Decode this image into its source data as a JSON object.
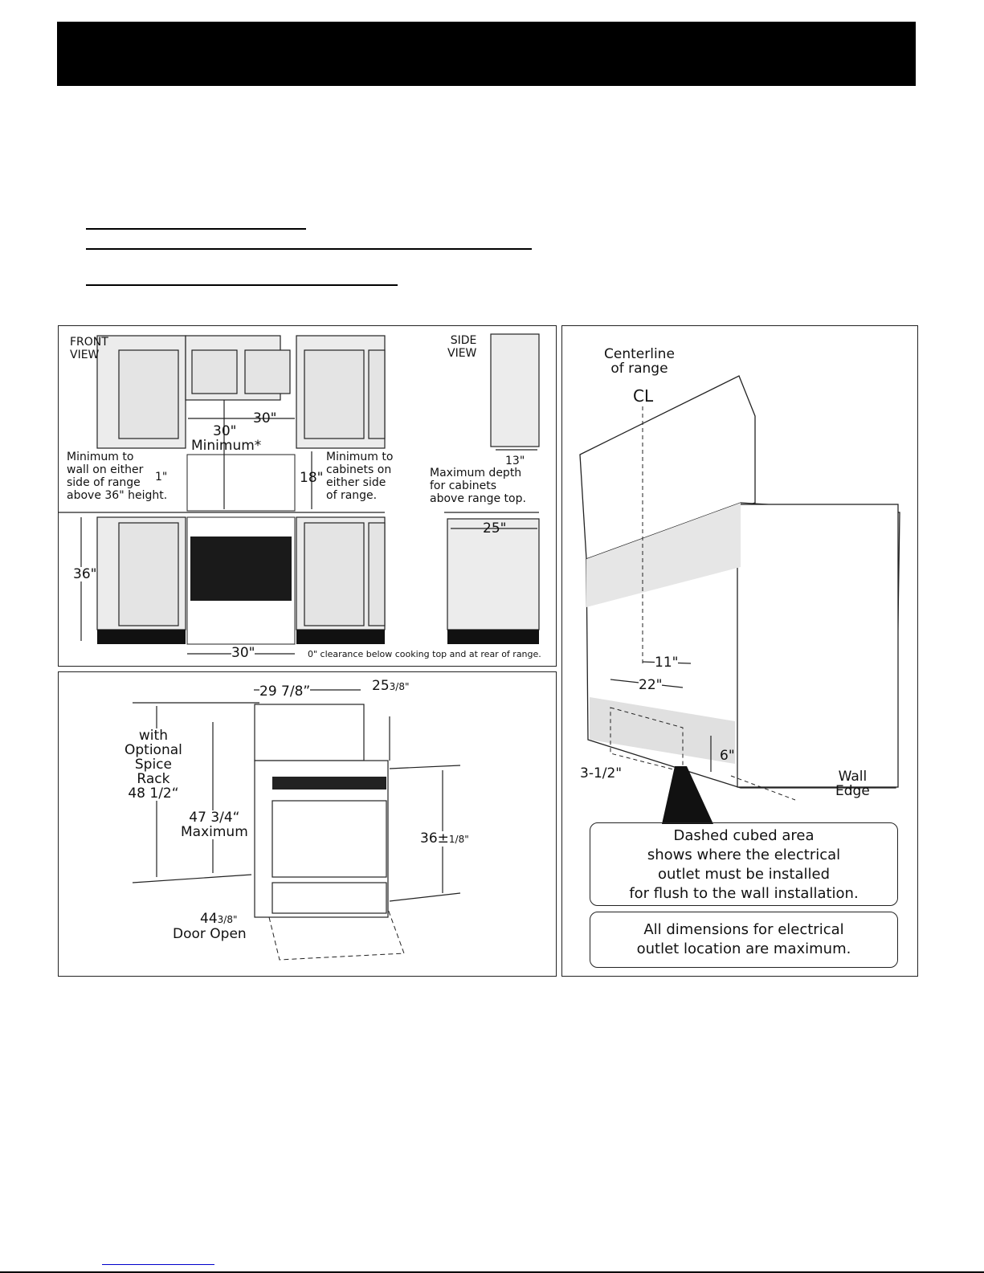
{
  "front_side_panel": {
    "front_view": "FRONT\nVIEW",
    "side_view": "SIDE\nVIEW",
    "width_30_top": "30\"",
    "min_30": "30\"",
    "minimum": "Minimum",
    "asterisk": "*",
    "wall_note": "Minimum to\nwall on either\nside of range\nabove 36\" height.",
    "one_inch": "1\"",
    "eighteen": "18\"",
    "cabinet_note": "Minimum to\ncabinets on\neither side\nof range.",
    "thirteen": "13\"",
    "depth_note": "Maximum depth\nfor cabinets\nabove range top.",
    "twentyfive": "25\"",
    "thirtysix": "36\"",
    "width_30_bottom": "30\"",
    "clearance_note": "0\" clearance below cooking top and at rear of range."
  },
  "dimensions_panel": {
    "width": "29 7/8”",
    "depth": "25",
    "depth_frac": "3/8\"",
    "spice": "with\nOptional\nSpice\nRack\n48 1/2“",
    "max_height": "47 3/4“\nMaximum",
    "height": "36",
    "height_tol": "±",
    "height_frac": "1/8\"",
    "door_open": "44",
    "door_open_frac": "3/8\"",
    "door_open_label": "Door Open"
  },
  "outlet_panel": {
    "centerline": "Centerline\nof range",
    "cl_symbol": "CL",
    "eleven": "11\"",
    "twentytwo": "22\"",
    "six": "6\"",
    "three_half": "3-1/2\"",
    "wall_edge": "Wall\nEdge",
    "note1": "Dashed cubed area\nshows where the electrical\noutlet must be installed\nfor flush to the wall installation.",
    "note2": "All dimensions for electrical\noutlet location are maximum."
  }
}
